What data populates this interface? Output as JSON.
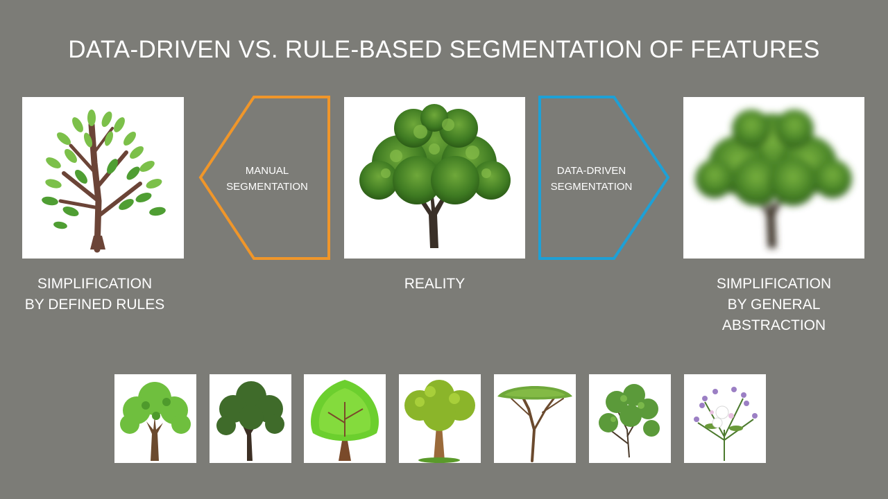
{
  "title": "DATA-DRIVEN VS. RULE-BASED SEGMENTATION OF FEATURES",
  "left": {
    "caption_line1": "SIMPLIFICATION",
    "caption_line2": "BY DEFINED RULES",
    "icon": "stylized-leaf-tree-icon"
  },
  "center": {
    "caption": "REALITY",
    "icon": "photo-tree-icon"
  },
  "right": {
    "caption_line1": "SIMPLIFICATION",
    "caption_line2": "BY GENERAL",
    "caption_line3": "ABSTRACTION",
    "icon": "blurred-tree-icon"
  },
  "manual_arrow": {
    "line1": "MANUAL",
    "line2": "SEGMENTATION",
    "direction": "left",
    "color": "#f0962a"
  },
  "data_arrow": {
    "line1": "DATA-DRIVEN",
    "line2": "SEGMENTATION",
    "direction": "right",
    "color": "#1ea0d6"
  },
  "examples": [
    {
      "icon": "cartoon-tree-icon"
    },
    {
      "icon": "dark-oak-tree-icon"
    },
    {
      "icon": "bright-leaf-tree-icon"
    },
    {
      "icon": "bubble-canopy-tree-icon"
    },
    {
      "icon": "umbrella-tree-icon"
    },
    {
      "icon": "shrub-icon"
    },
    {
      "icon": "flower-bouquet-icon"
    }
  ]
}
